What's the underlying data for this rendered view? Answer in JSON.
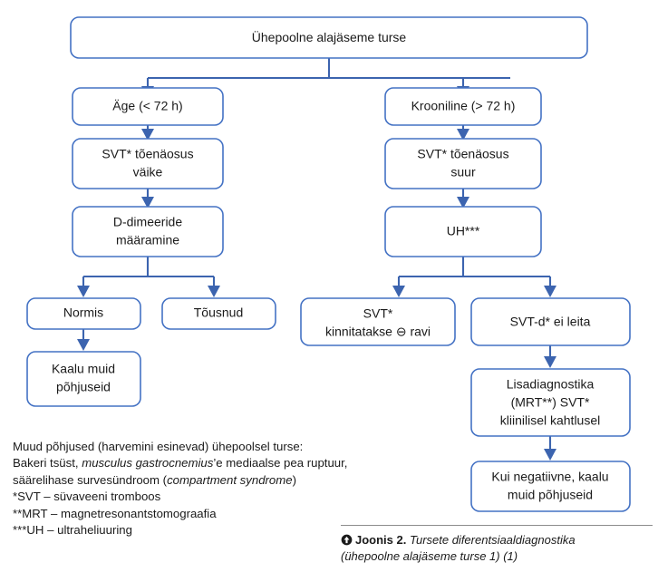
{
  "figure": {
    "nodes": [
      {
        "id": "root",
        "label": "Ühepoolne alajäseme turse",
        "lines": [
          "Ühepoolne alajäseme turse"
        ]
      },
      {
        "id": "acute",
        "label": "Äge (< 72 h)",
        "lines": [
          "Äge (< 72 h)"
        ]
      },
      {
        "id": "chronic",
        "label": "Krooniline (> 72 h)",
        "lines": [
          "Krooniline (> 72 h)"
        ]
      },
      {
        "id": "prob-low",
        "label": "SVT* tõenäosus väike",
        "lines": [
          "SVT* tõenäosus",
          "väike"
        ]
      },
      {
        "id": "prob-high",
        "label": "SVT* tõenäosus suur",
        "lines": [
          "SVT* tõenäosus",
          "suur"
        ]
      },
      {
        "id": "ddimer",
        "label": "D-dimeeride määramine",
        "lines": [
          "D-dimeeride",
          "määramine"
        ]
      },
      {
        "id": "us",
        "label": "UH***",
        "lines": [
          "UH***"
        ]
      },
      {
        "id": "normal",
        "label": "Normis",
        "lines": [
          "Normis"
        ]
      },
      {
        "id": "elevated",
        "label": "Tõusnud",
        "lines": [
          "Tõusnud"
        ]
      },
      {
        "id": "svt-conf",
        "label": "SVT* kinnitatakse ⊖ ravi",
        "lines": [
          "SVT*",
          "kinnitatakse ⊖ ravi"
        ]
      },
      {
        "id": "svt-none",
        "label": "SVT-d* ei leita",
        "lines": [
          "SVT-d* ei leita"
        ]
      },
      {
        "id": "other-left",
        "label": "Kaalu muid põhjuseid",
        "lines": [
          "Kaalu muid",
          "põhjuseid"
        ]
      },
      {
        "id": "extra-diag",
        "label": "Lisadiagnostika (MRT**) SVT* kliinilisel kahtlusel",
        "lines": [
          "Lisadiagnostika",
          "(MRT**) SVT*",
          "kliinilisel kahtlusel"
        ]
      },
      {
        "id": "if-negative",
        "label": "Kui negatiivne, kaalu muid põhjuseid",
        "lines": [
          "Kui negatiivne, kaalu",
          "muid põhjuseid"
        ]
      }
    ],
    "edges": [
      {
        "from": "root",
        "to": "acute"
      },
      {
        "from": "root",
        "to": "chronic"
      },
      {
        "from": "acute",
        "to": "prob-low"
      },
      {
        "from": "chronic",
        "to": "prob-high"
      },
      {
        "from": "prob-low",
        "to": "ddimer"
      },
      {
        "from": "prob-high",
        "to": "us"
      },
      {
        "from": "ddimer",
        "to": "normal"
      },
      {
        "from": "ddimer",
        "to": "elevated"
      },
      {
        "from": "us",
        "to": "svt-conf"
      },
      {
        "from": "us",
        "to": "svt-none"
      },
      {
        "from": "normal",
        "to": "other-left"
      },
      {
        "from": "svt-none",
        "to": "extra-diag"
      },
      {
        "from": "extra-diag",
        "to": "if-negative"
      }
    ],
    "colors": {
      "node_border": "#4472C4",
      "node_fill": "#ffffff",
      "connector": "#3C64AF",
      "text": "#1a1a1a",
      "rule": "#8c8c8c"
    }
  },
  "notes": {
    "lines": [
      {
        "segments": [
          {
            "t": "Muud põhjused (harvemini esinevad) ühepoolsel turse:",
            "i": false
          }
        ]
      },
      {
        "segments": [
          {
            "t": "Bakeri tsüst, ",
            "i": false
          },
          {
            "t": "musculus gastrocnemius",
            "i": true
          },
          {
            "t": "’e mediaalse pea ruptuur,",
            "i": false
          }
        ]
      },
      {
        "segments": [
          {
            "t": "säärelihase survesündroom (",
            "i": false
          },
          {
            "t": "compartment syndrome",
            "i": true
          },
          {
            "t": ")",
            "i": false
          }
        ]
      },
      {
        "segments": [
          {
            "t": "*SVT – süvaveeni tromboos",
            "i": false
          }
        ]
      },
      {
        "segments": [
          {
            "t": "**MRT – magnetresonantstomograafia",
            "i": false
          }
        ]
      },
      {
        "segments": [
          {
            "t": "***UH – ultraheliuuring",
            "i": false
          }
        ]
      }
    ]
  },
  "caption": {
    "icon": "circle-up-arrow-icon",
    "label": "Joonis 2.",
    "title_line1": "Tursete diferentsiaaldiagnostika",
    "title_line2": "(ühepoolne alajäseme turse 1) (1)"
  }
}
